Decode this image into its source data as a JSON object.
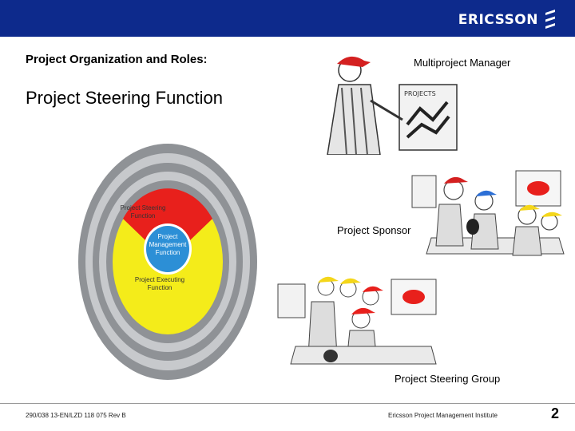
{
  "header": {
    "brand": "ERICSSON"
  },
  "slide": {
    "heading": "Project Organization and Roles:",
    "title": "Project Steering Function"
  },
  "diagram": {
    "steering_label": "Project Steering\nFunction",
    "management_label": "Project\nManagement\nFunction",
    "executing_label": "Project Executing\nFunction",
    "colors": {
      "red": "#e8201c",
      "yellow": "#f4ec1a",
      "blue": "#2c8fd6",
      "grey_outer": "#8f9296",
      "grey_light": "#c7c9cc"
    }
  },
  "roles": {
    "multiproject_manager": "Multiproject Manager",
    "project_sponsor": "Project Sponsor",
    "project_steering_group": "Project Steering Group"
  },
  "footer": {
    "doc_id": "290/038 13-EN/LZD 118 075 Rev B",
    "institute": "Ericsson Project Management Institute",
    "page": "2"
  }
}
